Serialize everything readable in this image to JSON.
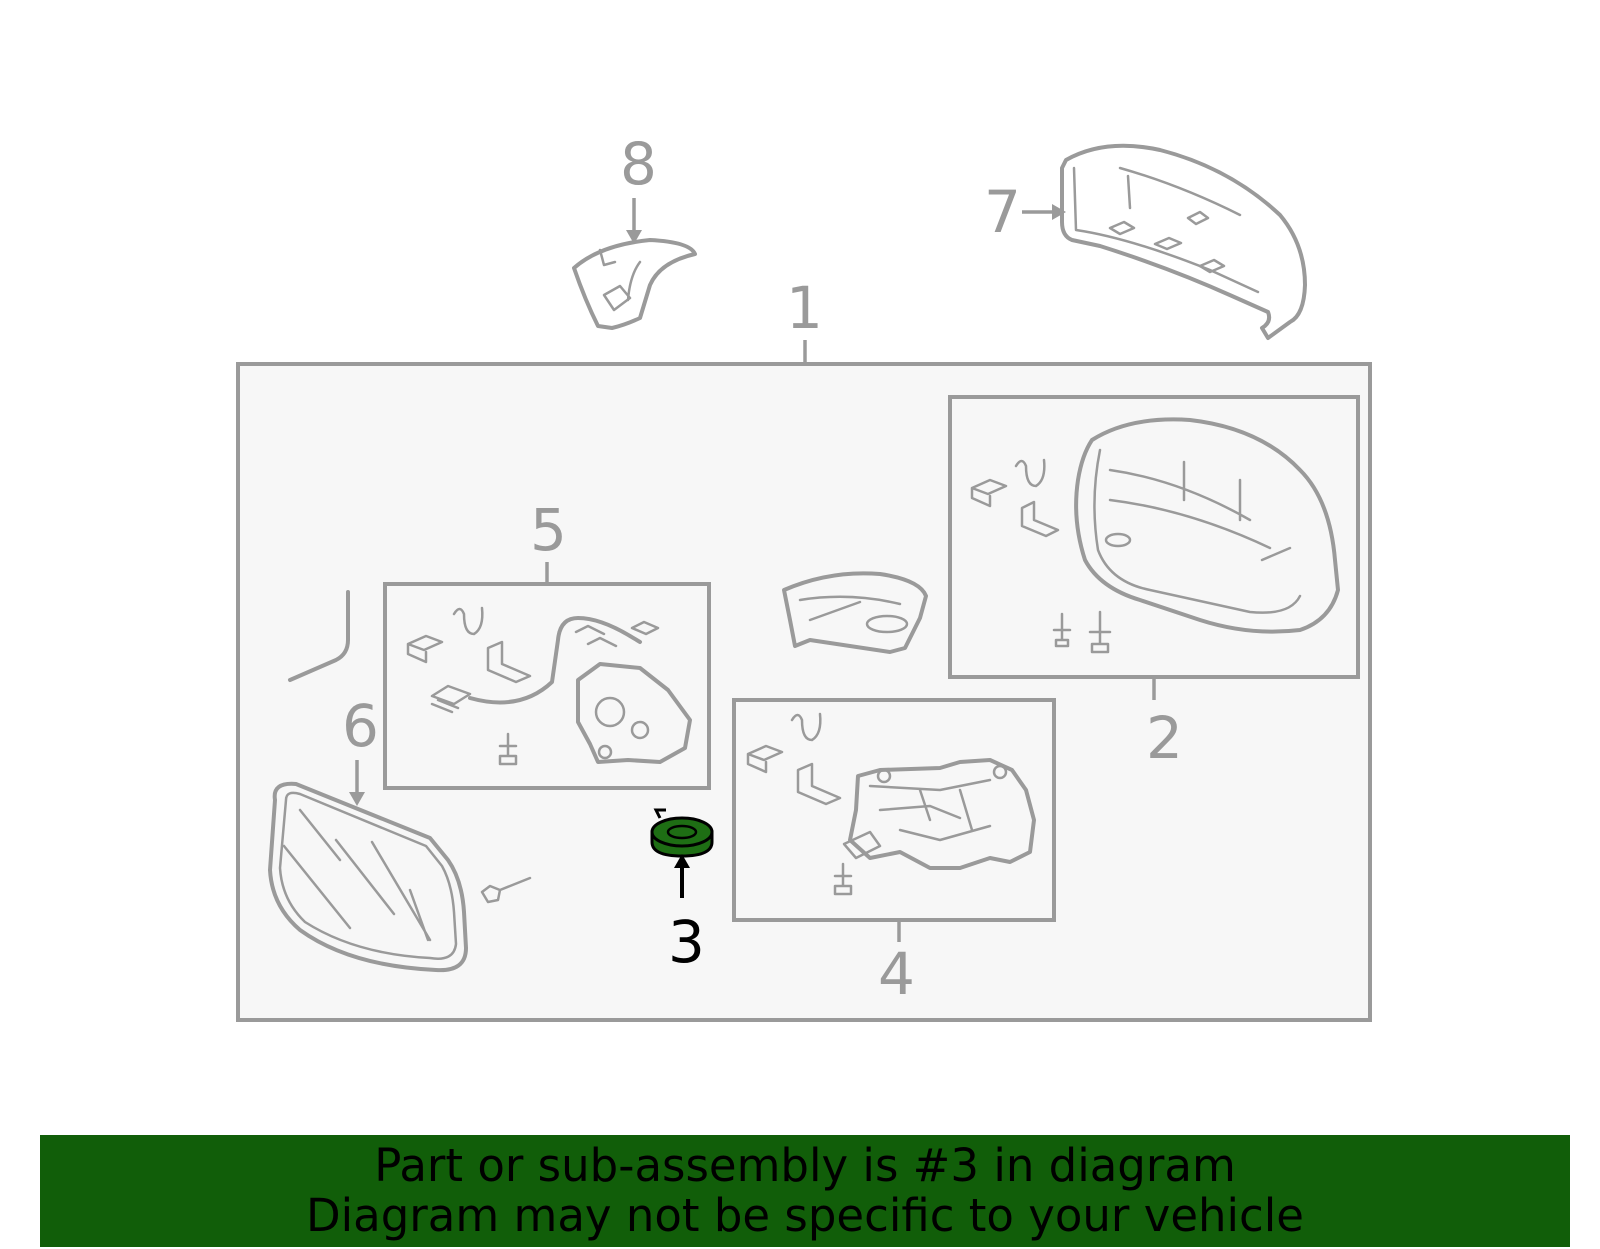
{
  "diagram": {
    "highlight_color": "#1e6e14",
    "callouts": [
      {
        "id": "1",
        "label": "1"
      },
      {
        "id": "2",
        "label": "2"
      },
      {
        "id": "3",
        "label": "3",
        "highlighted": true
      },
      {
        "id": "4",
        "label": "4"
      },
      {
        "id": "5",
        "label": "5"
      },
      {
        "id": "6",
        "label": "6"
      },
      {
        "id": "7",
        "label": "7"
      },
      {
        "id": "8",
        "label": "8"
      }
    ]
  },
  "banner": {
    "background": "#115e09",
    "line1": "Part or sub-assembly is #3 in diagram",
    "line2": "Diagram may not be specific to your vehicle"
  }
}
